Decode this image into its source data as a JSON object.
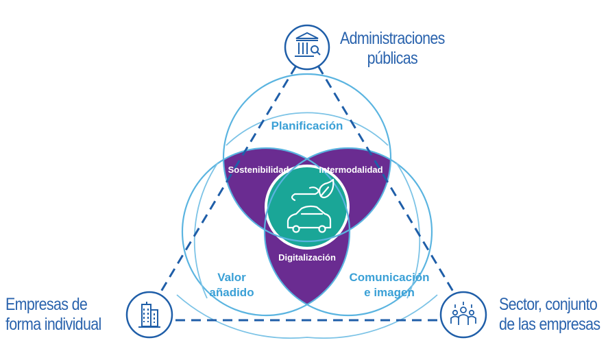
{
  "circles": {
    "top": "Planificación",
    "left": [
      "Valor",
      "añadido"
    ],
    "right": [
      "Comunicación",
      "e imagen"
    ]
  },
  "intersections": {
    "top_left": "Sostenibilidad",
    "top_right": "Intermodalidad",
    "bottom": "Digitalización"
  },
  "stakeholders": {
    "top": [
      "Administraciones",
      "públicas"
    ],
    "left": [
      "Empresas de",
      "forma individual"
    ],
    "right": [
      "Sector, conjunto",
      "de las empresas"
    ]
  },
  "icons": {
    "top": "government-building-icon",
    "left": "office-buildings-icon",
    "right": "people-group-icon",
    "center": "electric-car-leaf-icon"
  },
  "colors": {
    "line": "#5ab4e0",
    "dash": "#1f5ea8",
    "intersection": "#6a2c91",
    "center": "#1aa697",
    "label": "#3aa0d6",
    "stakeholder_text": "#2a63ad"
  }
}
